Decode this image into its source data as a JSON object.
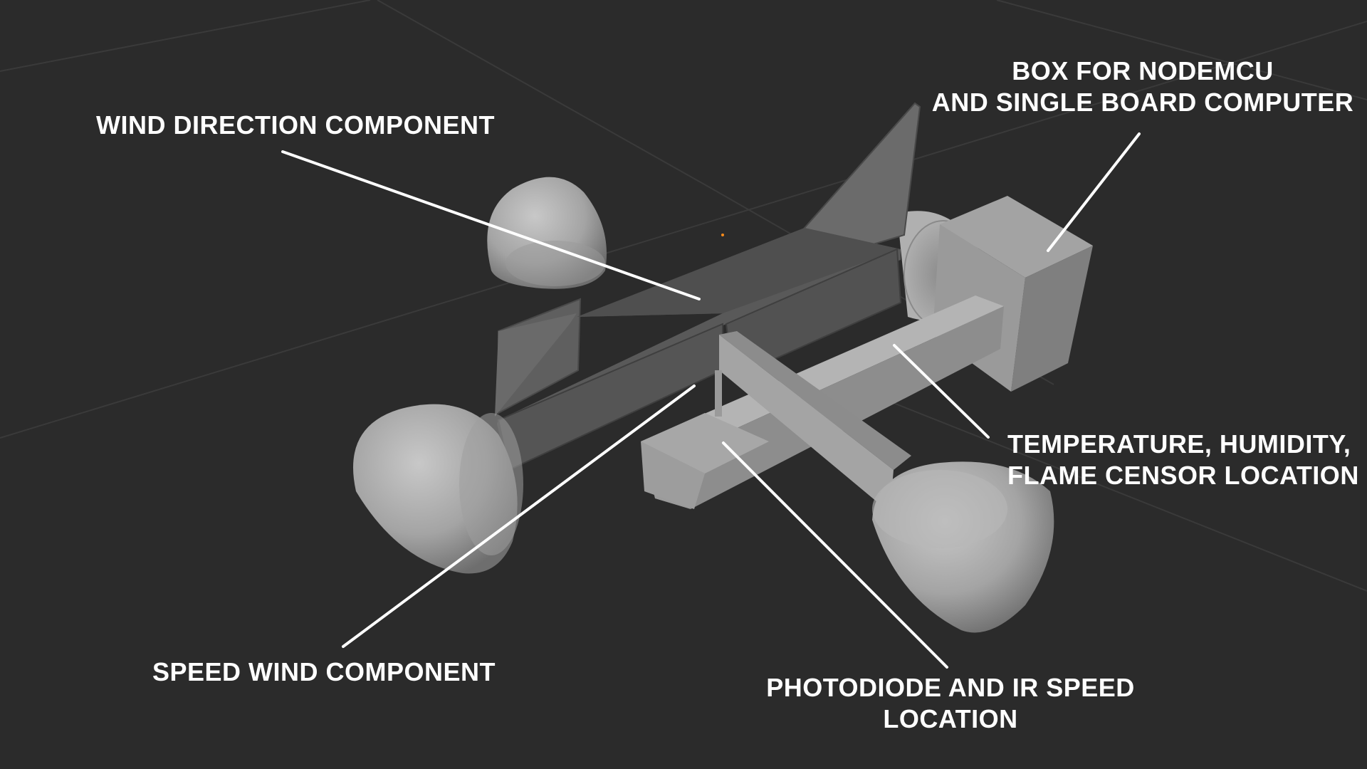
{
  "colors": {
    "background": "#2b2b2b",
    "grid": "#3a3a3a",
    "leader_line": "#ffffff",
    "label_text": "#ffffff",
    "mesh_light": "#a9a9a9",
    "mesh_mid": "#8c8c8c",
    "mesh_dark": "#5a5a5a",
    "origin_dot": "#ff8c1a"
  },
  "labels": {
    "box": {
      "line1": "BOX FOR NODEMCU",
      "line2": "AND SINGLE BOARD COMPUTER"
    },
    "wind_direction": {
      "line1": "WIND DIRECTION COMPONENT"
    },
    "temperature": {
      "line1": "TEMPERATURE, HUMIDITY,",
      "line2": "FLAME CENSOR LOCATION"
    },
    "speed_wind": {
      "line1": "SPEED WIND COMPONENT"
    },
    "photodiode": {
      "line1": "PHOTODIODE AND IR SPEED",
      "line2": "LOCATION"
    }
  }
}
